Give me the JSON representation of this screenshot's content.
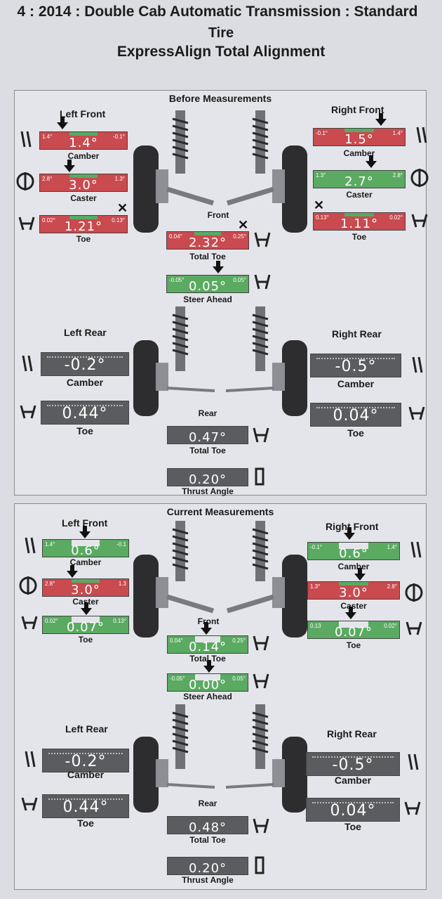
{
  "header": {
    "line1": "4 : 2014 : Double Cab Automatic Transmission : Standard",
    "line2": "Tire",
    "line3": "ExpressAlign Total Alignment"
  },
  "before": {
    "title": "Before Measurements",
    "left_front": "Left Front",
    "right_front": "Right Front",
    "front": "Front",
    "left_rear": "Left Rear",
    "right_rear": "Right Rear",
    "rear": "Rear",
    "lf_camber": {
      "value": "1.4°",
      "min": "1.4°",
      "max": "-0.1°",
      "label": "Camber"
    },
    "lf_caster": {
      "value": "3.0°",
      "min": "2.8°",
      "max": "1.3°",
      "label": "Caster"
    },
    "lf_toe": {
      "value": "1.21°",
      "min": "0.02°",
      "max": "0.13°",
      "label": "Toe"
    },
    "rf_camber": {
      "value": "1.5°",
      "min": "-0.1°",
      "max": "1.4°",
      "label": "Camber"
    },
    "rf_caster": {
      "value": "2.7°",
      "min": "1.3°",
      "max": "2.8°",
      "label": "Caster"
    },
    "rf_toe": {
      "value": "1.11°",
      "min": "0.13°",
      "max": "0.02°",
      "label": "Toe"
    },
    "total_toe": {
      "value": "2.32°",
      "min": "0.04°",
      "max": "0.25°",
      "label": "Total Toe"
    },
    "steer_ahead": {
      "value": "0.05°",
      "min": "-0.05°",
      "max": "0.05°",
      "label": "Steer Ahead"
    },
    "lr_camber": {
      "value": "-0.2°",
      "label": "Camber"
    },
    "lr_toe": {
      "value": "0.44°",
      "label": "Toe"
    },
    "rr_camber": {
      "value": "-0.5°",
      "label": "Camber"
    },
    "rr_toe": {
      "value": "0.04°",
      "label": "Toe"
    },
    "rear_total_toe": {
      "value": "0.47°",
      "label": "Total Toe"
    },
    "thrust": {
      "value": "0.20°",
      "label": "Thrust Angle"
    }
  },
  "current": {
    "title": "Current Measurements",
    "left_front": "Left Front",
    "right_front": "Right Front",
    "front": "Front",
    "left_rear": "Left Rear",
    "right_rear": "Right Rear",
    "rear": "Rear",
    "lf_camber": {
      "value": "0.6°",
      "min": "1.4°",
      "max": "-0.1",
      "label": "Camber"
    },
    "lf_caster": {
      "value": "3.0°",
      "min": "2.8°",
      "max": "1.3",
      "label": "Caster"
    },
    "lf_toe": {
      "value": "0.07°",
      "min": "0.02°",
      "max": "0.13°",
      "label": "Toe"
    },
    "rf_camber": {
      "value": "0.6°",
      "min": "-0.1°",
      "max": "1.4°",
      "label": "Camber"
    },
    "rf_caster": {
      "value": "3.0°",
      "min": "1.3°",
      "max": "2.8°",
      "label": "Caster"
    },
    "rf_toe": {
      "value": "0.07°",
      "min": "0.13",
      "max": "0.02°",
      "label": "Toe"
    },
    "total_toe": {
      "value": "0.14°",
      "min": "0.04°",
      "max": "0.25°",
      "label": "Total Toe"
    },
    "steer_ahead": {
      "value": "0.00°",
      "min": "-0.05°",
      "max": "0.05°",
      "label": "Steer Ahead"
    },
    "lr_camber": {
      "value": "-0.2°",
      "label": "Camber"
    },
    "lr_toe": {
      "value": "0.44°",
      "label": "Toe"
    },
    "rr_camber": {
      "value": "-0.5°",
      "label": "Camber"
    },
    "rr_toe": {
      "value": "0.04°",
      "label": "Toe"
    },
    "rear_total_toe": {
      "value": "0.48°",
      "label": "Total Toe"
    },
    "thrust": {
      "value": "0.20°",
      "label": "Thrust Angle"
    }
  },
  "colors": {
    "out_of_spec": "#c94a4f",
    "in_spec": "#5aaa62",
    "no_spec": "#5b5c5f"
  }
}
